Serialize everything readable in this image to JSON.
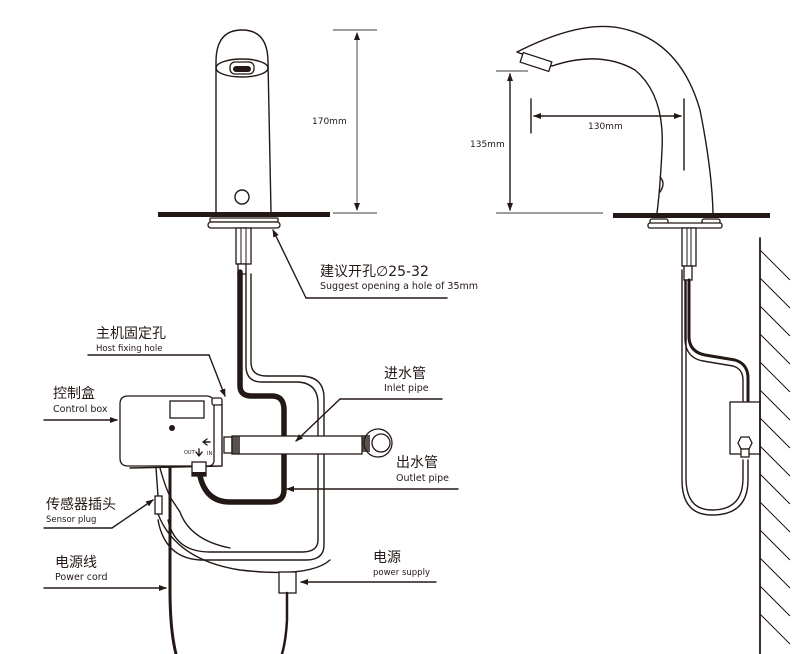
{
  "diagram": {
    "title": "Sensor faucet installation diagram",
    "colors": {
      "line": "#231815",
      "dimension_line": "#7d7d7d",
      "background": "#ffffff"
    },
    "dimensions": {
      "front_height": "170mm",
      "side_spout_height": "135mm",
      "side_spout_reach": "130mm"
    },
    "labels": {
      "opening": {
        "cn": "建议开孔∅25-32",
        "en": "Suggest opening a hole of 35mm"
      },
      "host_fixing_hole": {
        "cn": "主机固定孔",
        "en": "Host fixing hole"
      },
      "control_box": {
        "cn": "控制盒",
        "en": "Control box"
      },
      "inlet_pipe": {
        "cn": "进水管",
        "en": "Inlet pipe"
      },
      "outlet_pipe": {
        "cn": "出水管",
        "en": "Outlet pipe"
      },
      "sensor_plug": {
        "cn": "传感器插头",
        "en": "Sensor plug"
      },
      "power_cord": {
        "cn": "电源线",
        "en": "Power cord"
      },
      "power_supply": {
        "cn": "电源",
        "en": "power supply"
      }
    },
    "control_box_markings": {
      "out": "OUT",
      "in": "IN"
    }
  }
}
